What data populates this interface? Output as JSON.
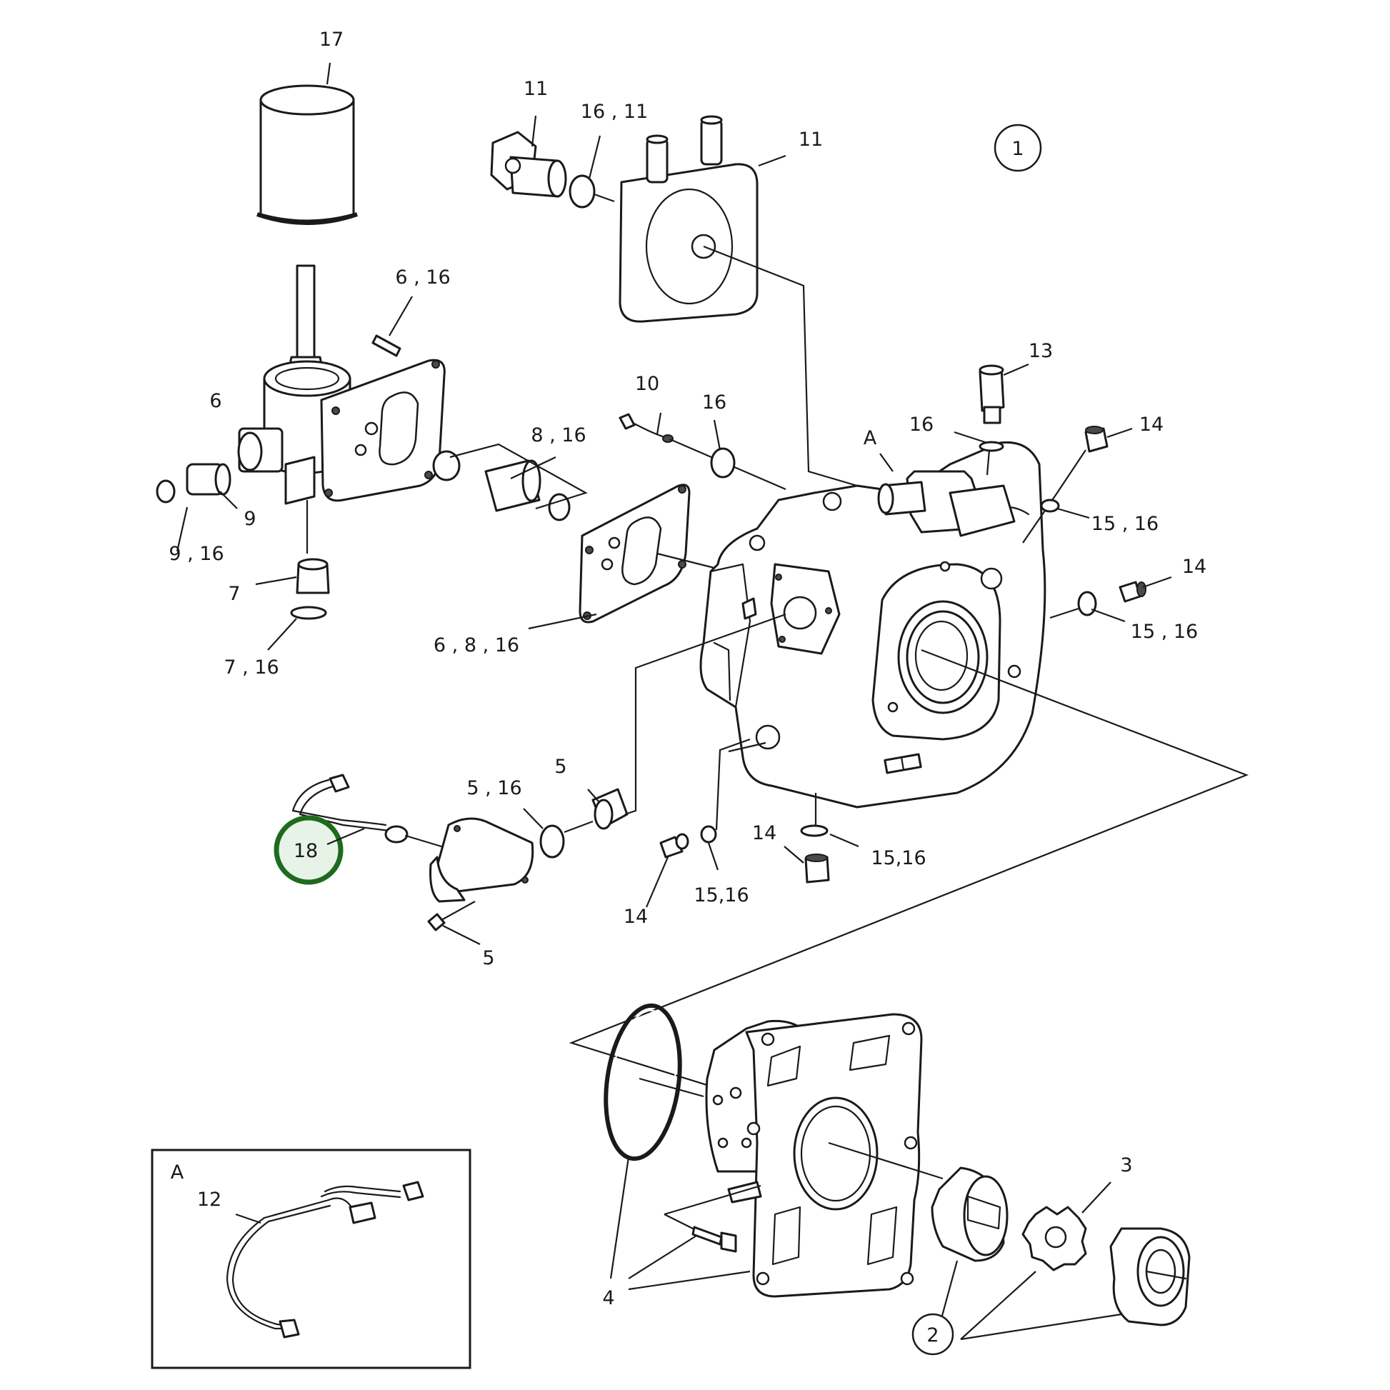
{
  "diagram": {
    "callouts": [
      {
        "id": "c17",
        "text": "17"
      },
      {
        "id": "c11a",
        "text": "11"
      },
      {
        "id": "c1611",
        "text": "16 , 11"
      },
      {
        "id": "c11b",
        "text": "11"
      },
      {
        "id": "c1",
        "text": "1"
      },
      {
        "id": "c616",
        "text": "6 , 16"
      },
      {
        "id": "c6",
        "text": "6"
      },
      {
        "id": "c9",
        "text": "9"
      },
      {
        "id": "c916",
        "text": "9 , 16"
      },
      {
        "id": "c7",
        "text": "7"
      },
      {
        "id": "c716",
        "text": "7 , 16"
      },
      {
        "id": "c10",
        "text": "10"
      },
      {
        "id": "c16a",
        "text": "16"
      },
      {
        "id": "c816",
        "text": "8 , 16"
      },
      {
        "id": "c6816",
        "text": "6 , 8 , 16"
      },
      {
        "id": "c13",
        "text": "13"
      },
      {
        "id": "c16b",
        "text": "16"
      },
      {
        "id": "cA",
        "text": "A"
      },
      {
        "id": "c14a",
        "text": "14"
      },
      {
        "id": "c1516a",
        "text": "15 , 16"
      },
      {
        "id": "c14b",
        "text": "14"
      },
      {
        "id": "c1516b",
        "text": "15 , 16"
      },
      {
        "id": "c5a",
        "text": "5"
      },
      {
        "id": "c516",
        "text": "5 , 16"
      },
      {
        "id": "c18",
        "text": "18"
      },
      {
        "id": "c5b",
        "text": "5"
      },
      {
        "id": "c14c",
        "text": "14"
      },
      {
        "id": "c1516c",
        "text": "15,16"
      },
      {
        "id": "c14d",
        "text": "14"
      },
      {
        "id": "c1516d",
        "text": "15,16"
      },
      {
        "id": "c3",
        "text": "3"
      },
      {
        "id": "c4",
        "text": "4"
      },
      {
        "id": "c2",
        "text": "2"
      },
      {
        "id": "cA2",
        "text": "A"
      },
      {
        "id": "c12",
        "text": "12"
      }
    ],
    "highlight_color": "#1e6b1e",
    "highlight_fill": "#e8f3e8"
  }
}
